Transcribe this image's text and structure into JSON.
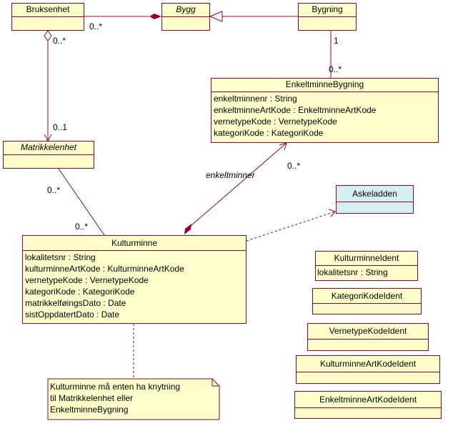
{
  "classes": {
    "bruksenhet": {
      "name": "Bruksenhet"
    },
    "bygg": {
      "name": "Bygg"
    },
    "bygning": {
      "name": "Bygning"
    },
    "enkeltminne_bygning": {
      "name": "EnkeltminneBygning",
      "attributes": [
        "enkeltminnenr : String",
        "enkeltminneArtKode : EnkeltminneArtKode",
        "vernetypeKode : VernetypeKode",
        "kategoriKode : KategoriKode"
      ]
    },
    "matrikkelenhet": {
      "name": "Matrikkelenhet"
    },
    "askeladden": {
      "name": "Askeladden"
    },
    "kulturminne": {
      "name": "Kulturminne",
      "attributes": [
        "lokalitetsnr : String",
        "kulturminneArtKode : KulturminneArtKode",
        "vernetypeKode : VernetypeKode",
        "kategoriKode : KategoriKode",
        "matrikkelføingsDato : Date",
        "sistOppdatertDato : Date"
      ]
    },
    "kulturminne_ident": {
      "name": "KulturminneIdent",
      "attributes": [
        "lokalitetsnr : String"
      ]
    },
    "kategori_kode_ident": {
      "name": "KategoriKodeIdent"
    },
    "vernetype_kode_ident": {
      "name": "VernetypeKodeIdent"
    },
    "kulturminne_art_kode_ident": {
      "name": "KulturminneArtKodeIdent"
    },
    "enkeltminne_art_kode_ident": {
      "name": "EnkeltminneArtKodeIdent"
    }
  },
  "multiplicities": {
    "bruksenhet_bygg": "0..*",
    "bruksenhet_matrikkel_top": "0..*",
    "bruksenhet_matrikkel_bottom": "0..1",
    "bygning_enkeltminne_top": "1",
    "bygning_enkeltminne_bottom": "0..*",
    "enkeltminne_kulturminne": "0..*",
    "matrikkel_kulturminne_top": "0..*",
    "matrikkel_kulturminne_bottom": "0..*"
  },
  "roles": {
    "enkeltminner": "enkeltminner"
  },
  "note": {
    "lines": [
      "Kulturminne må enten ha knytning",
      "til Matrikkelenhet eller",
      "EnkeltminneBygning"
    ]
  },
  "colors": {
    "border": "#990033",
    "fill": "#ffffcc",
    "fill_blue": "#d4eef2"
  }
}
